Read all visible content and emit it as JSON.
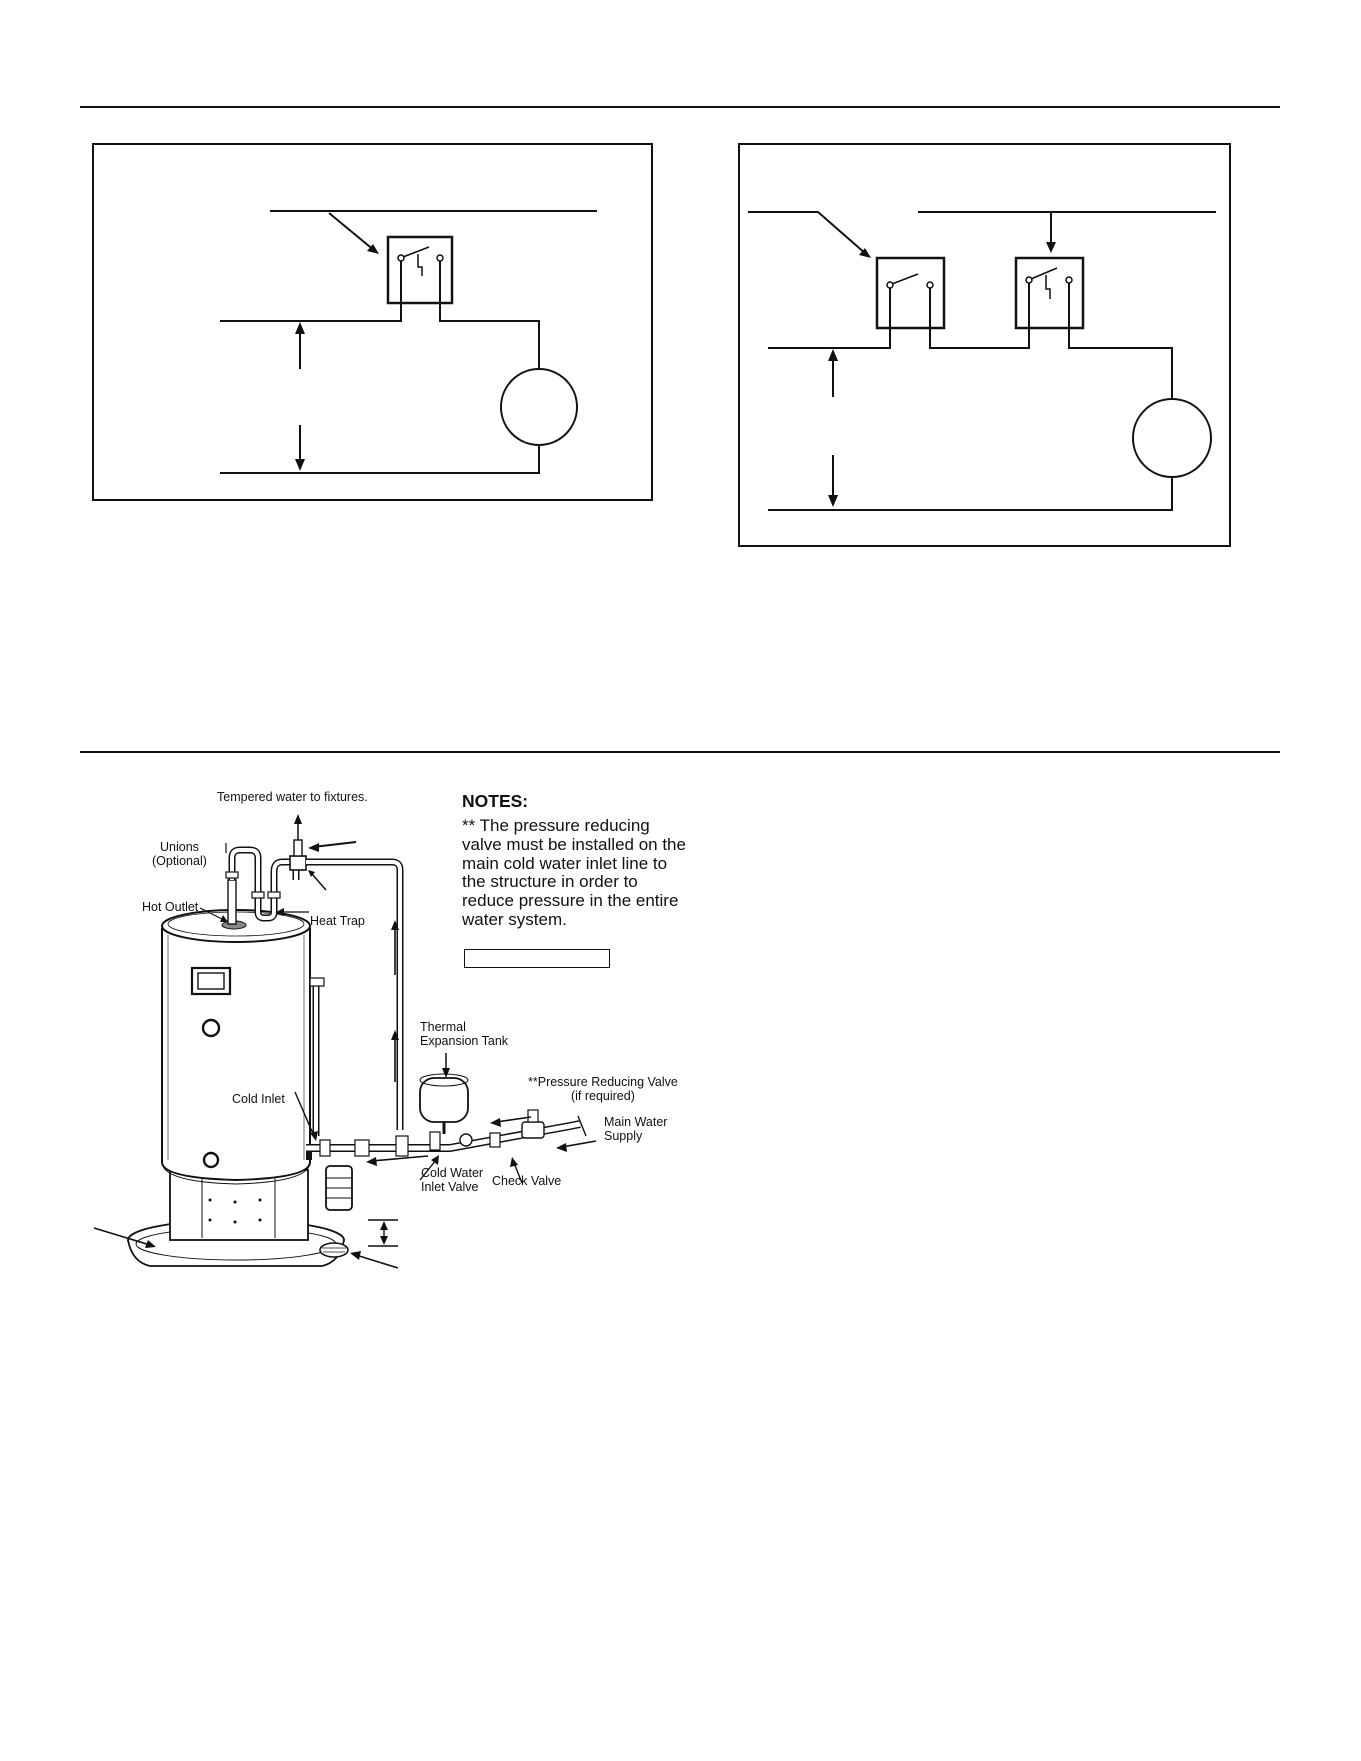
{
  "installation_diagram": {
    "labels": {
      "tempered_water": "Tempered water to fixtures.",
      "unions": "Unions\n(Optional)",
      "hot_outlet": "Hot Outlet",
      "heat_trap": "Heat Trap",
      "cold_inlet": "Cold Inlet",
      "thermal_tank": "Thermal\nExpansion Tank",
      "pressure_valve": "**Pressure Reducing Valve\n(if required)",
      "main_supply": "Main Water\nSupply",
      "cold_inlet_valve": "Cold Water\nInlet Valve",
      "check_valve": "Check Valve"
    },
    "notes": {
      "title": "NOTES:",
      "body": "** The pressure reducing valve must be installed on the main cold water inlet line to the structure in order to reduce pressure in the entire water system."
    }
  }
}
